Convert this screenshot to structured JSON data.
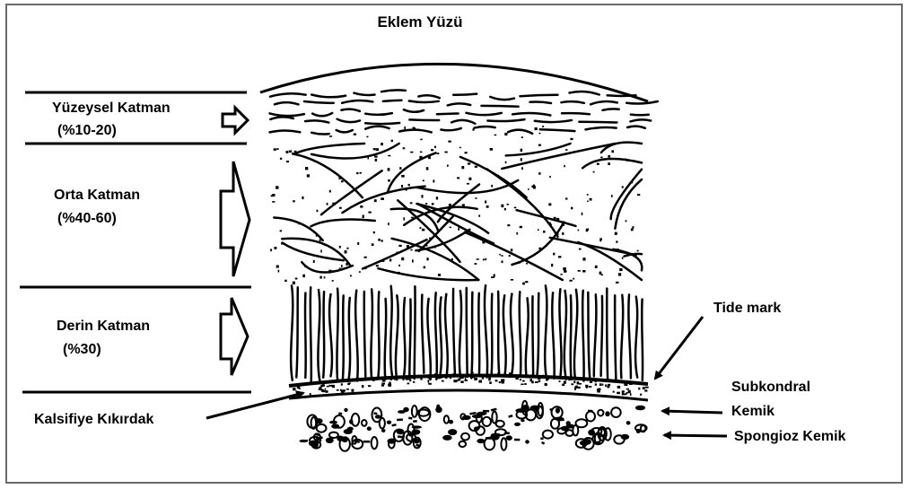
{
  "title": "Eklem Yüzü",
  "layers": [
    {
      "name": "Yüzeysel Katman",
      "share": "(%10-20)"
    },
    {
      "name": "Orta Katman",
      "share": "(%40-60)"
    },
    {
      "name": "Derin Katman",
      "share": "(%30)"
    }
  ],
  "labels": {
    "calcified": "Kalsifiye Kıkırdak",
    "tidemark": "Tide mark",
    "subchondral_1": "Subkondral",
    "subchondral_2": "Kemik",
    "spongy": "Spongioz Kemik"
  },
  "colors": {
    "ink": "#000000",
    "frame": "#6b6b6b",
    "background": "#ffffff"
  }
}
